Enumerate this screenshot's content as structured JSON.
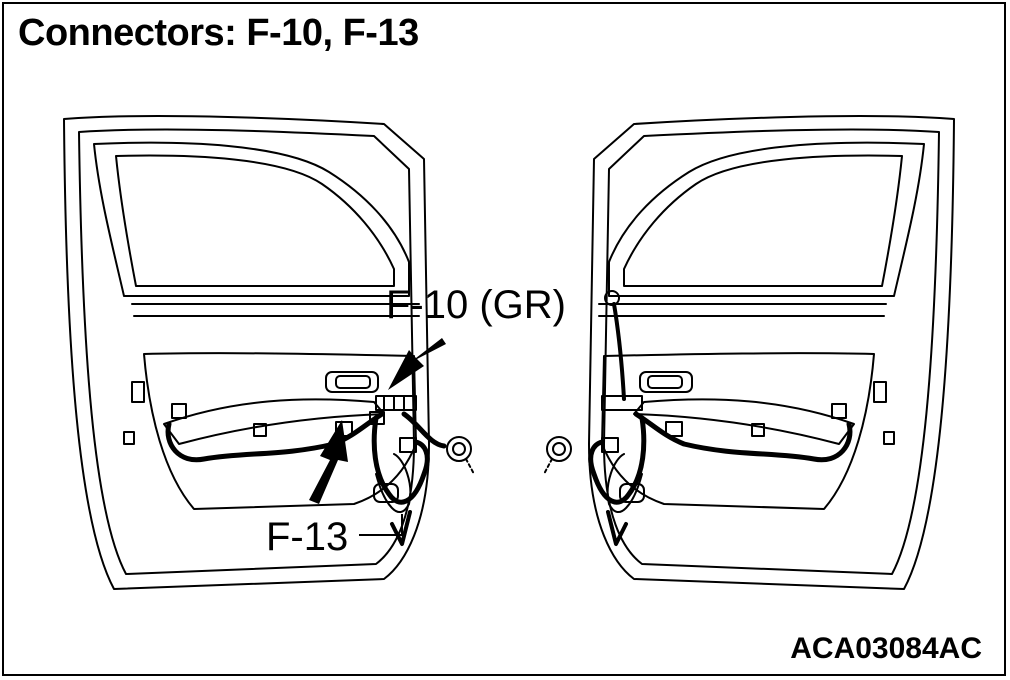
{
  "title": "Connectors: F-10, F-13",
  "figure_code": "ACA03084AC",
  "callouts": {
    "f10": "F-10 (GR)",
    "f13": "F-13"
  },
  "colors": {
    "line": "#000000",
    "background": "#ffffff"
  }
}
